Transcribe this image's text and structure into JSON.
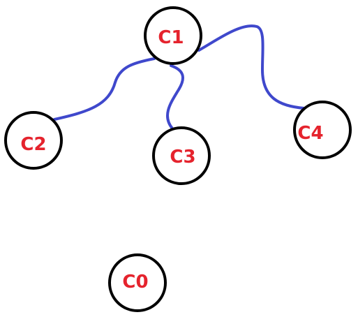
{
  "colors": {
    "node_stroke": "#000000",
    "node_fill": "#ffffff",
    "label": "#e5232d",
    "edge": "#3f48cc",
    "background": "#ffffff"
  },
  "nodes": [
    {
      "id": "c1",
      "label": "C1"
    },
    {
      "id": "c2",
      "label": "C2"
    },
    {
      "id": "c3",
      "label": "C3"
    },
    {
      "id": "c4",
      "label": "C4"
    },
    {
      "id": "c0",
      "label": "C0"
    }
  ],
  "edges": [
    {
      "from": "C1",
      "to": "C2"
    },
    {
      "from": "C1",
      "to": "C3"
    },
    {
      "from": "C1",
      "to": "C4"
    }
  ]
}
